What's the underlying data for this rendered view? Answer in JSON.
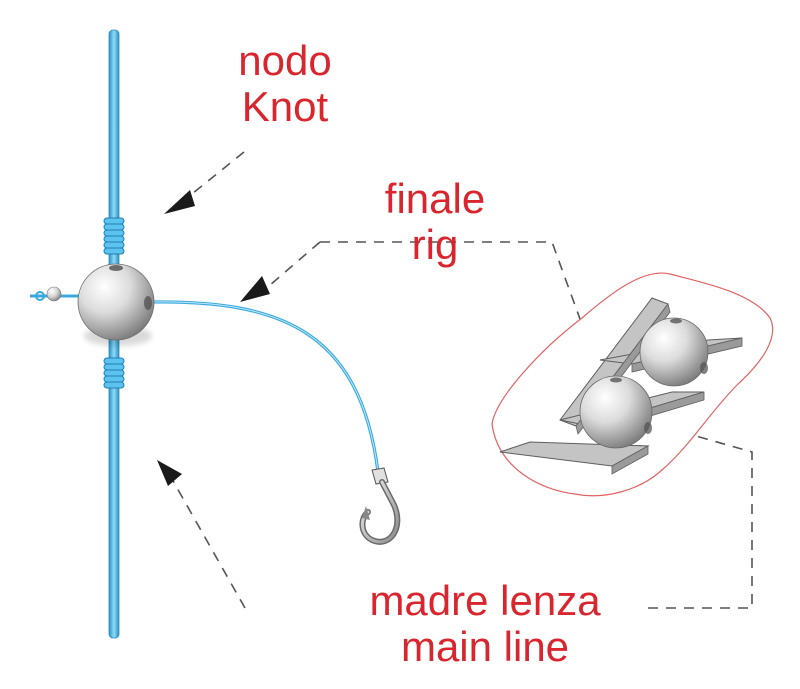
{
  "labels": {
    "knot": {
      "line1": "nodo",
      "line2": "Knot"
    },
    "rig": {
      "line1": "finale",
      "line2": "rig"
    },
    "main": {
      "line1": "madre lenza",
      "line2": "main line"
    }
  },
  "colors": {
    "label": "#d9262e",
    "line": "#5bc3ee",
    "line_dark": "#2a8fc6",
    "arrow": "#1a1a1a",
    "dash": "#555555",
    "outline": "#e06464",
    "bead": "#e8e8e8",
    "plate": "#bdbdbd"
  }
}
